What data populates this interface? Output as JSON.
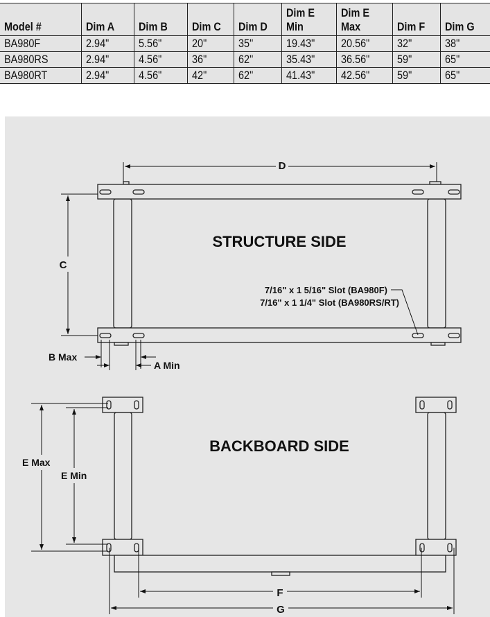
{
  "table": {
    "headers": [
      "Model #",
      "Dim A",
      "Dim B",
      "Dim C",
      "Dim D",
      "Dim E Min",
      "Dim E Max",
      "Dim F",
      "Dim G"
    ],
    "header_lines": [
      [
        "Model #",
        ""
      ],
      [
        "Dim A",
        ""
      ],
      [
        "Dim B",
        ""
      ],
      [
        "Dim C",
        ""
      ],
      [
        "Dim D",
        ""
      ],
      [
        "Dim E",
        "Min"
      ],
      [
        "Dim E",
        "Max"
      ],
      [
        "Dim F",
        ""
      ],
      [
        "Dim G",
        ""
      ]
    ],
    "rows": [
      [
        "BA980F",
        "2.94\"",
        "5.56\"",
        "20\"",
        "35\"",
        "19.43\"",
        "20.56\"",
        "32\"",
        "38\""
      ],
      [
        "BA980RS",
        "2.94\"",
        "4.56\"",
        "36\"",
        "62\"",
        "35.43\"",
        "36.56\"",
        "59\"",
        "65\""
      ],
      [
        "BA980RT",
        "2.94\"",
        "4.56\"",
        "42\"",
        "62\"",
        "41.43\"",
        "42.56\"",
        "59\"",
        "65\""
      ]
    ]
  },
  "diagram": {
    "structure_title": "STRUCTURE SIDE",
    "backboard_title": "BACKBOARD SIDE",
    "labels": {
      "D": "D",
      "C": "C",
      "B_max": "B Max",
      "A_min": "A Min",
      "E_max": "E Max",
      "E_min": "E Min",
      "F": "F",
      "G": "G"
    },
    "slot_note_1": "7/16\" x 1 5/16\" Slot (BA980F)",
    "slot_note_2": "7/16\" x 1 1/4\" Slot (BA980RS/RT)"
  }
}
